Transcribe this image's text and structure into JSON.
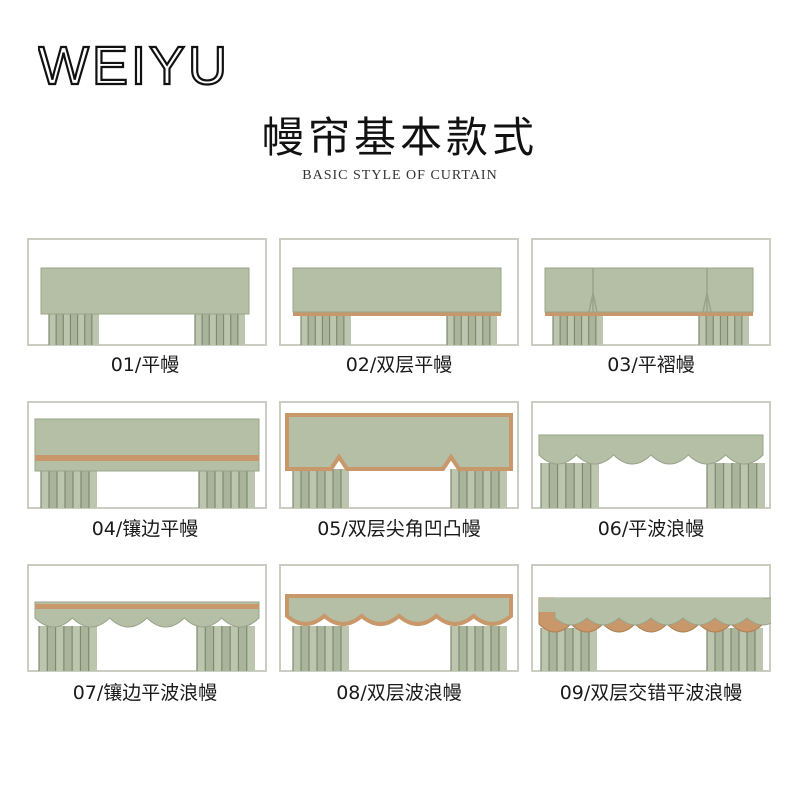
{
  "brand": {
    "logo_text": "WEIYU"
  },
  "header": {
    "title": "幔帘基本款式",
    "subtitle": "BASIC STYLE OF CURTAIN"
  },
  "colors": {
    "valance_green": "#b4bfa5",
    "valance_shadow": "#98a48a",
    "trim_tan": "#c8976a",
    "frame_border": "#c9cdc2",
    "pleat_dark": "#7e8970"
  },
  "styles": [
    {
      "label": "01/平幔"
    },
    {
      "label": "02/双层平幔"
    },
    {
      "label": "03/平褶幔"
    },
    {
      "label": "04/镶边平幔"
    },
    {
      "label": "05/双层尖角凹凸幔"
    },
    {
      "label": "06/平波浪幔"
    },
    {
      "label": "07/镶边平波浪幔"
    },
    {
      "label": "08/双层波浪幔"
    },
    {
      "label": "09/双层交错平波浪幔"
    }
  ]
}
